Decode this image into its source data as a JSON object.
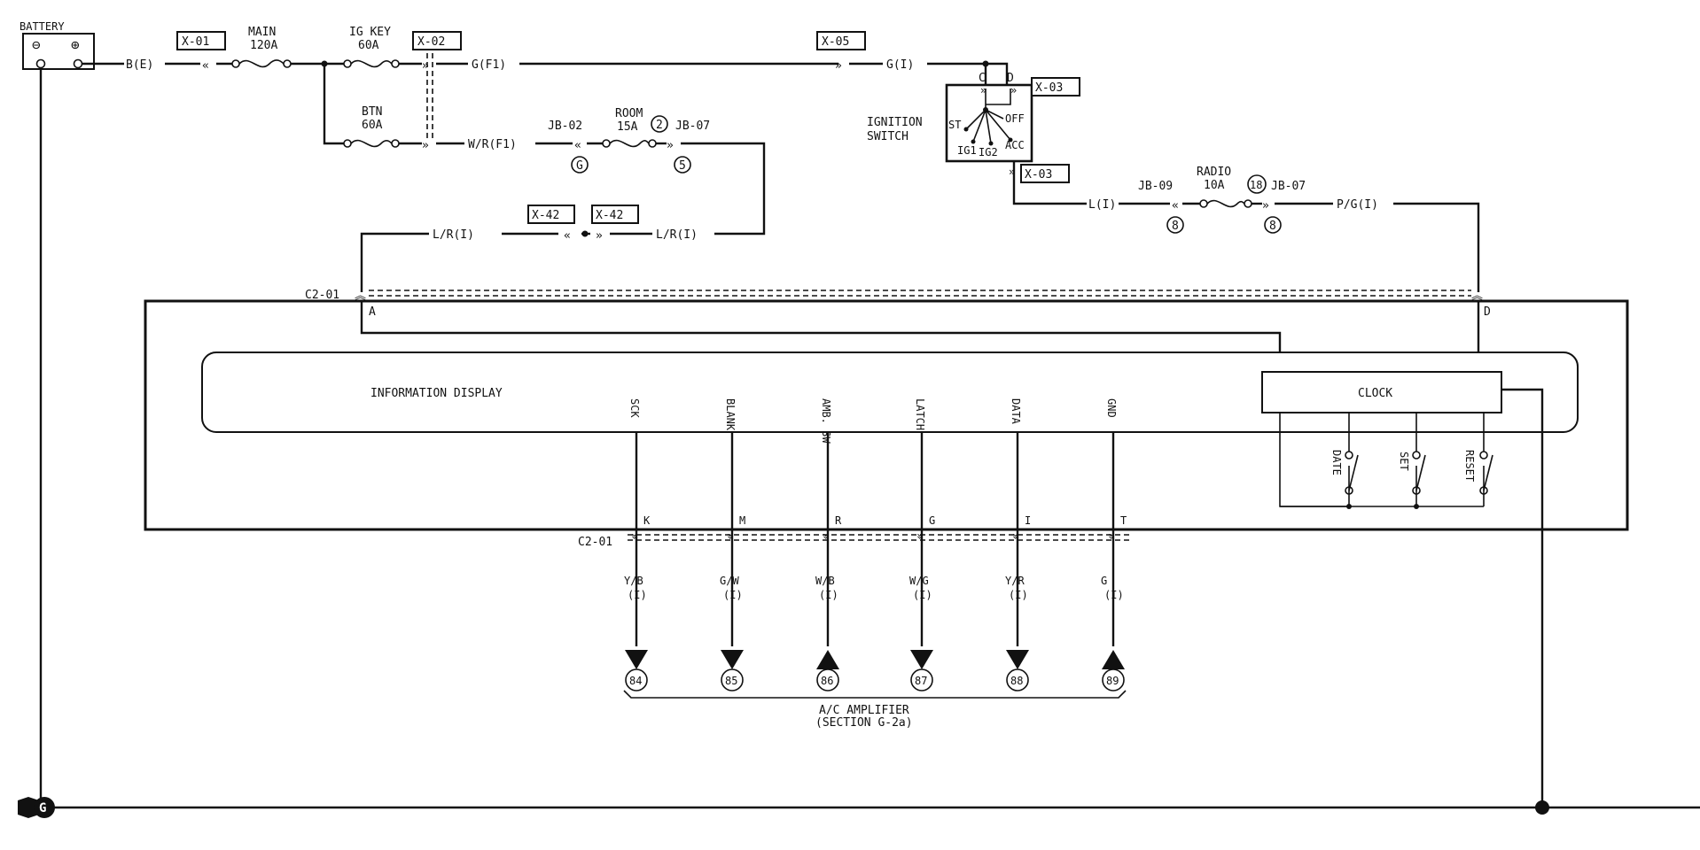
{
  "power": {
    "battery_label": "BATTERY",
    "battery_neg": "⊖",
    "battery_pos": "⊕",
    "battery_wire": "B(E)",
    "main_fuse": "MAIN",
    "main_amp": "120A",
    "igkey_fuse": "IG KEY",
    "igkey_amp": "60A",
    "btn_fuse": "BTN",
    "btn_amp": "60A",
    "ig_wire": "G(F1)",
    "ig_wire2": "G(I)",
    "btn_wire": "W/R(F1)",
    "room_fuse": "ROOM",
    "room_amp": "15A",
    "room_num": "2",
    "jb02": "JB-02",
    "jb02_pin": "G",
    "jb07a": "JB-07",
    "jb07a_pin": "5",
    "lr_wire_a": "L/R(I)",
    "lr_wire_b": "L/R(I)",
    "ignition_label": "IGNITION",
    "switch_label": "SWITCH",
    "ign_c": "C",
    "ign_d": "D",
    "ign_off": "OFF",
    "ign_st": "ST",
    "ign_ig1": "IG1",
    "ign_ig2": "IG2",
    "ign_acc": "ACC",
    "l_wire": "L(I)",
    "jb09": "JB-09",
    "jb09_pin": "8",
    "radio_fuse": "RADIO",
    "radio_amp": "10A",
    "radio_num": "18",
    "jb07b": "JB-07",
    "jb07b_pin": "8",
    "pg_wire": "P/G(I)"
  },
  "connectors": {
    "x01": "X-01",
    "x02": "X-02",
    "x05": "X-05",
    "x03a": "X-03",
    "x03b": "X-03",
    "x42a": "X-42",
    "x42b": "X-42",
    "c201_top": "C2-01",
    "c201_bot": "C2-01",
    "pin_a": "A",
    "pin_d": "D"
  },
  "display": {
    "title": "INFORMATION DISPLAY",
    "clock": "CLOCK",
    "switches": [
      "DATE",
      "SET",
      "RESET"
    ],
    "signals": [
      {
        "name": "SCK",
        "pin": "K",
        "wire": "Y/B",
        "loc": "(I)",
        "ref": "84",
        "dir": "down"
      },
      {
        "name": "BLANK",
        "pin": "M",
        "wire": "G/W",
        "loc": "(I)",
        "ref": "85",
        "dir": "down"
      },
      {
        "name": "AMB. SW",
        "pin": "R",
        "wire": "W/B",
        "loc": "(I)",
        "ref": "86",
        "dir": "up"
      },
      {
        "name": "LATCH",
        "pin": "G",
        "wire": "W/G",
        "loc": "(I)",
        "ref": "87",
        "dir": "down"
      },
      {
        "name": "DATA",
        "pin": "I",
        "wire": "Y/R",
        "loc": "(I)",
        "ref": "88",
        "dir": "down"
      },
      {
        "name": "GND",
        "pin": "T",
        "wire": "G",
        "loc": "(I)",
        "ref": "89",
        "dir": "up"
      }
    ]
  },
  "amplifier": {
    "line1": "A/C AMPLIFIER",
    "line2": "(SECTION G-2a)"
  },
  "ground": {
    "symbol": "G"
  }
}
